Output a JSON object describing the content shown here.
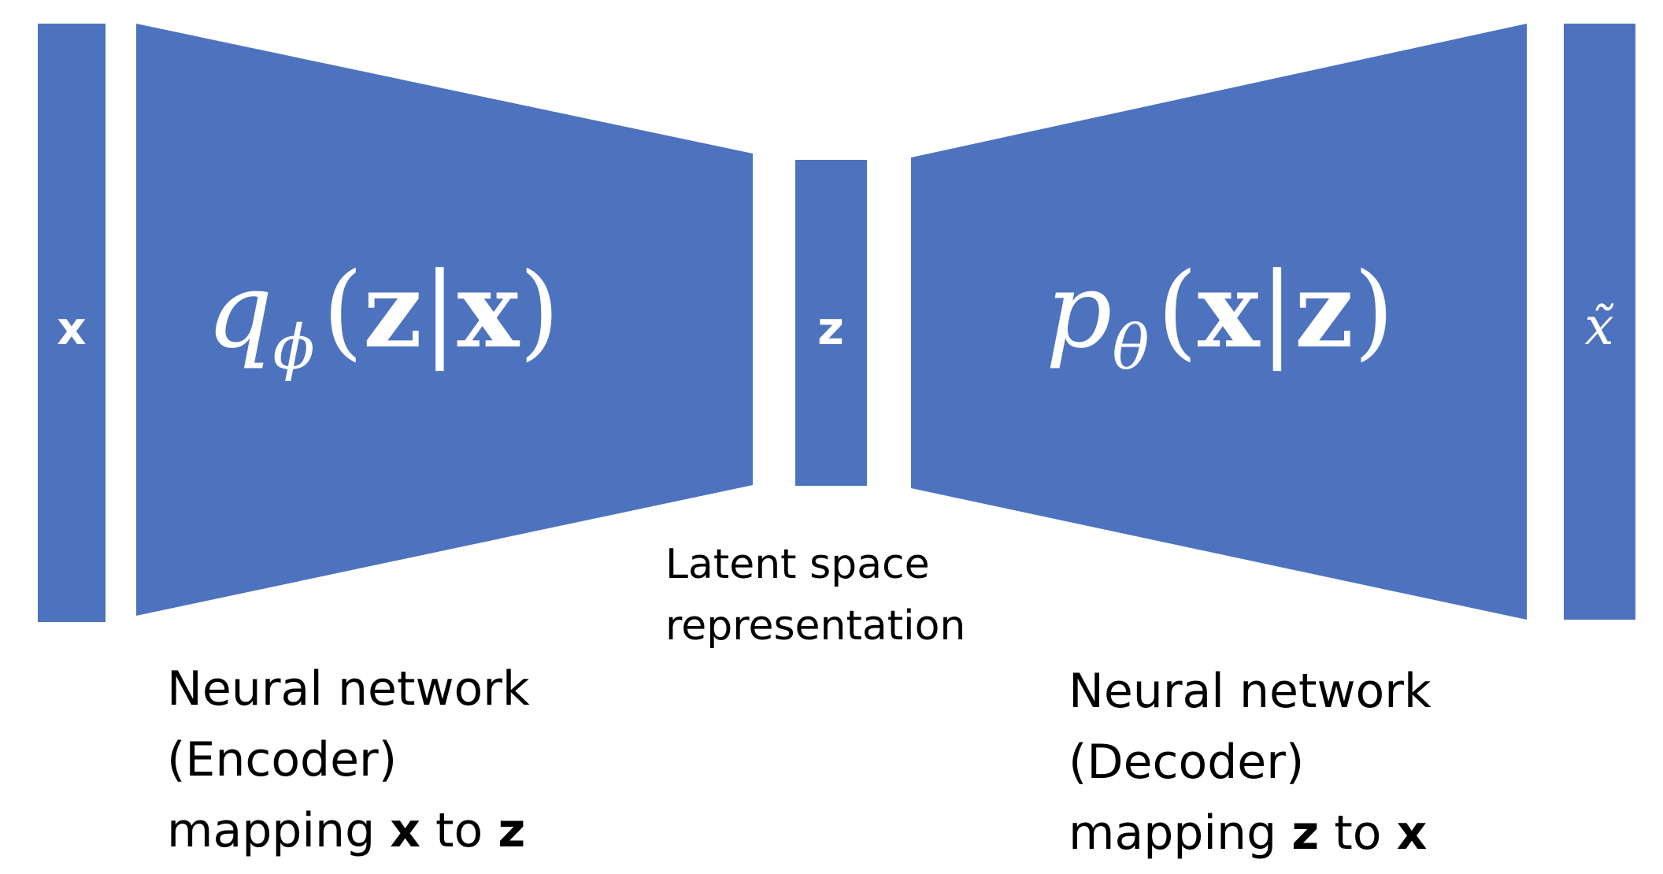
{
  "colors": {
    "block": "#4e73be",
    "text_on_block": "#ffffff",
    "caption": "#000000"
  },
  "input_label": "x",
  "latent_label": "z",
  "output_label": "x̃",
  "encoder": {
    "formula": {
      "fn": "q",
      "sub": "ϕ",
      "open": "(",
      "a": "z",
      "bar": "|",
      "b": "x",
      "close": ")"
    },
    "caption": {
      "line1": "Neural network",
      "line2": "(Encoder)",
      "line3_pre": "mapping ",
      "line3_from": "x",
      "line3_mid": " to ",
      "line3_to": "z"
    }
  },
  "decoder": {
    "formula": {
      "fn": "p",
      "sub": "θ",
      "open": "(",
      "a": "x",
      "bar": "|",
      "b": "z",
      "close": ")"
    },
    "caption": {
      "line1": "Neural network",
      "line2": "(Decoder)",
      "line3_pre": "mapping ",
      "line3_from": "z",
      "line3_mid": " to ",
      "line3_to": "x"
    }
  },
  "latent_caption": {
    "line1": "Latent space",
    "line2": "representation"
  }
}
